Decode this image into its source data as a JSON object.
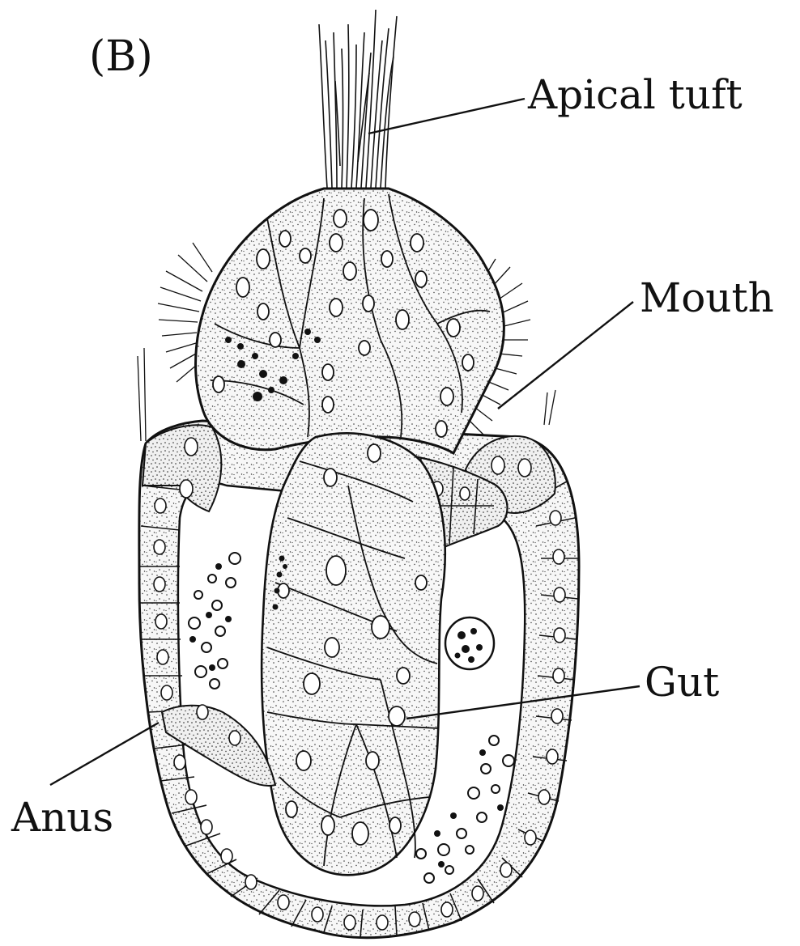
{
  "figure": {
    "panel_label": "(B)",
    "labels": {
      "apical_tuft": "Apical tuft",
      "mouth": "Mouth",
      "gut": "Gut",
      "anus": "Anus"
    }
  },
  "colors": {
    "ink": "#111111",
    "tissue": "#f6f6f6",
    "cavity": "#ffffff"
  }
}
